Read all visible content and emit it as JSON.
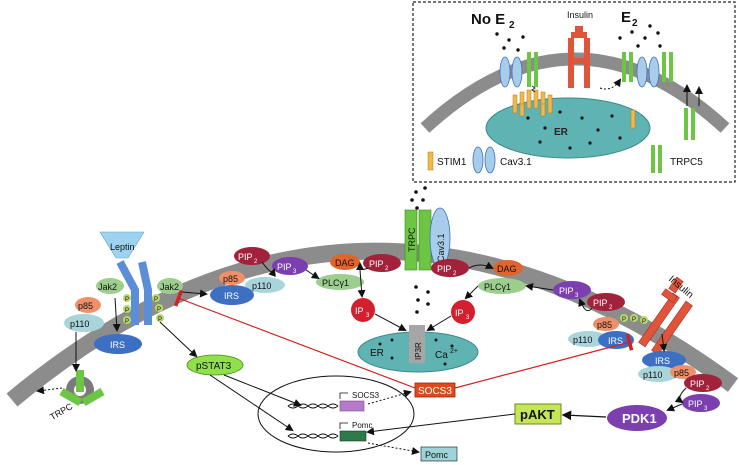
{
  "inset": {
    "no_e2_main": "No E",
    "no_e2_sub": "2",
    "e2_main": "E",
    "e2_sub": "2",
    "insulin": "Insulin",
    "er": "ER",
    "legend": {
      "stim1": "STIM1",
      "cav31": "Cav3.1",
      "trpc5": "TRPC5"
    }
  },
  "main": {
    "leptin": "Leptin",
    "insulin": "Insulin",
    "trpc_top": "TRPC",
    "cav31_top": "Cav3.1",
    "trpc_left": "TRPC",
    "left_complex": {
      "jak2_a": "Jak2",
      "jak2_b": "Jak2",
      "p85": "p85",
      "p110": "p110",
      "irs": "IRS",
      "p": "P"
    },
    "top_left": {
      "pip2": "PIP",
      "pip2_sub": "2",
      "pip3": "PIP",
      "pip3_sub": "3",
      "p85": "p85",
      "p110": "p110",
      "irs": "IRS",
      "dag": "DAG",
      "plc": "PLCγ1",
      "pip2b": "PIP",
      "pip2b_sub": "2"
    },
    "top_right": {
      "pip2": "PIP",
      "pip2_sub": "2",
      "dag": "DAG",
      "plc": "PLCγ1"
    },
    "er": {
      "ip3_main": "IP",
      "ip3_sub": "3",
      "ip3r": "IP3R",
      "er": "ER",
      "ca": "Ca",
      "ca_sup": "2+"
    },
    "right_complex": {
      "pip3": "PIP",
      "pip3_sub": "3",
      "pip2": "PIP",
      "pip2_sub": "2",
      "p85": "p85",
      "p110": "p110",
      "irs": "IRS",
      "irs2": "IRS",
      "p110b": "p110",
      "p85b": "p85",
      "pip2b": "PIP",
      "pip2b_sub": "2",
      "pip3b": "PIP",
      "pip3b_sub": "3",
      "p": "P"
    },
    "pstat3": "pSTAT3",
    "socs3_box": "SOCS3",
    "socs3_gene": "SOCS3",
    "pomc_gene": "Pomc",
    "pomc_box": "Pomc",
    "pakt": "pAKT",
    "pdk1": "PDK1"
  },
  "colors": {
    "membrane": "#8c8c8c",
    "trpc_green": "#6cc644",
    "cav_blue": "#a8cdea",
    "stim_yellow": "#f2b84b",
    "er_teal": "#5fb3b3",
    "receptor_blue": "#5b8ed6",
    "insulin_red": "#e0543b",
    "pip_purple": "#7b3fb0",
    "pip2_maroon": "#a1223a",
    "irs_blue": "#3d6fc2",
    "p85_orange": "#f0906a",
    "p110_teal": "#a8d4da",
    "dag_orange": "#e0652a",
    "plc_green": "#9ccf8e",
    "ip3_red": "#d4202e",
    "pstat3_green": "#8fe04a",
    "socs3_red": "#e04a1a",
    "pakt_green": "#c6e65a",
    "pdk1_purple": "#7b3fb0",
    "pomc_box": "#9fd3da",
    "inhibit_line": "#d42020"
  }
}
